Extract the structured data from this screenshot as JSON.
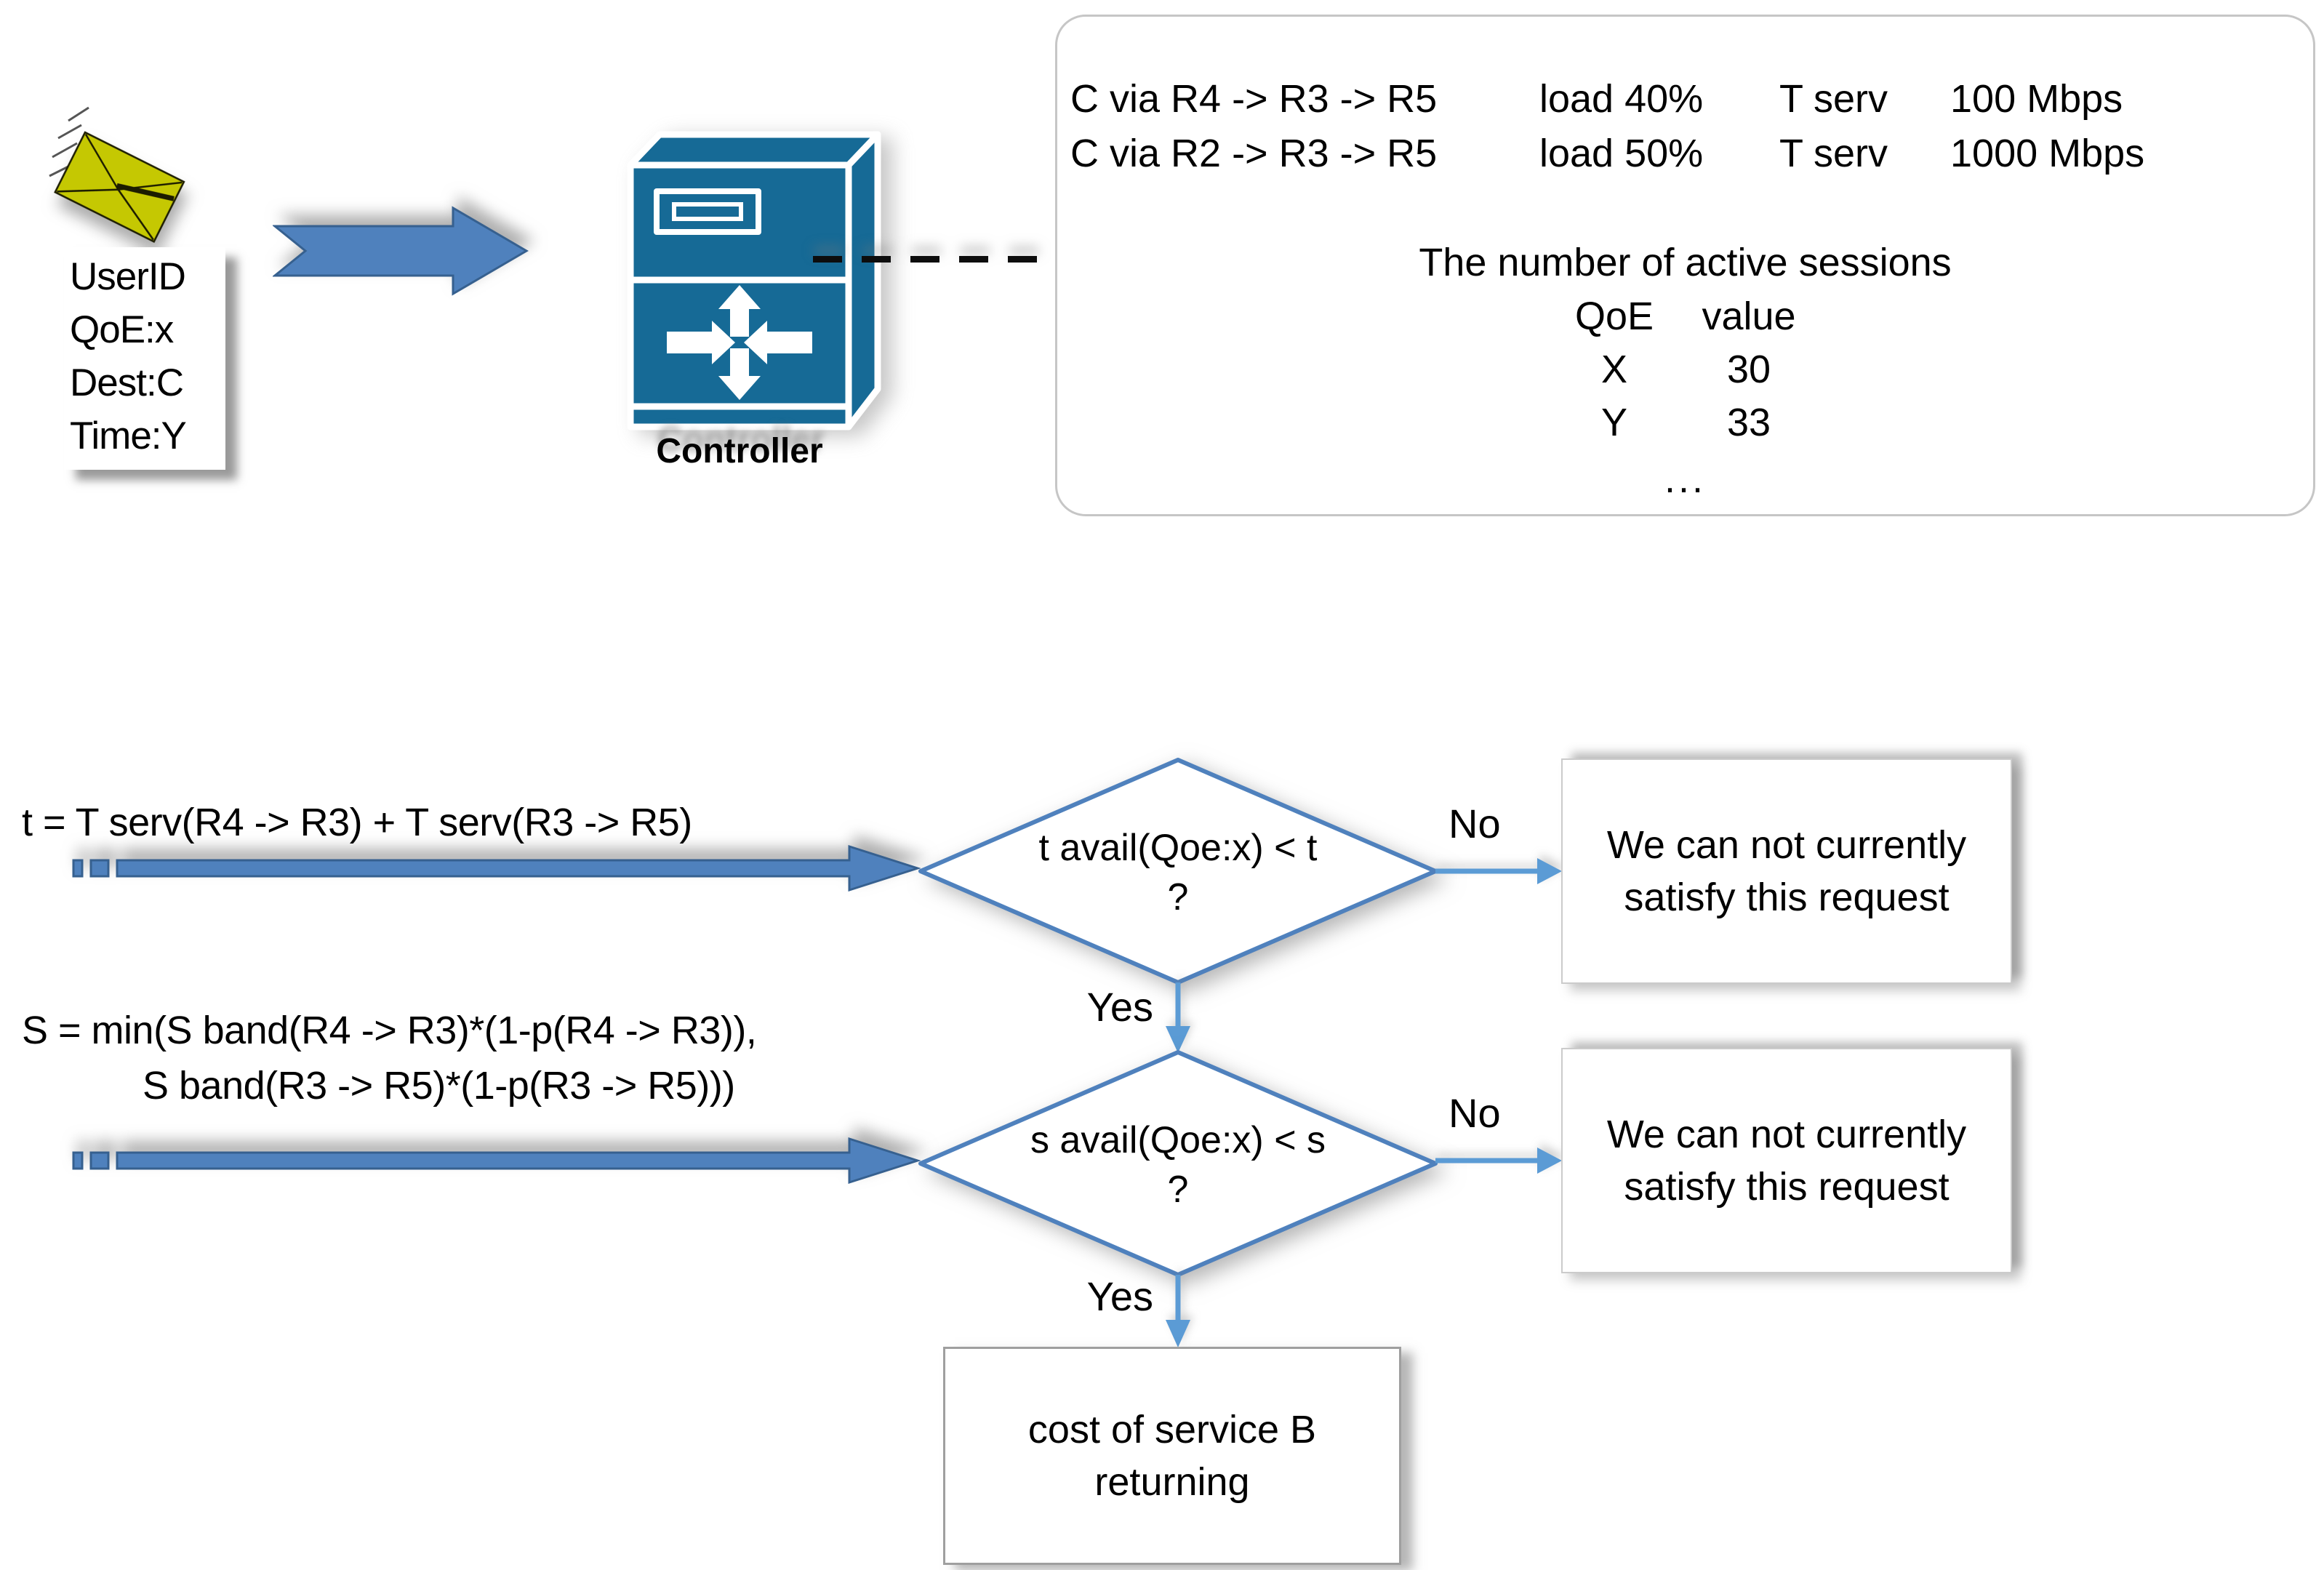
{
  "message": {
    "note_lines": [
      "UserID",
      "QoE:x",
      "Dest:C",
      "Time:Y"
    ]
  },
  "controller": {
    "label": "Controller"
  },
  "routes_panel": {
    "routes": [
      {
        "path": "C via R4 -> R3 -> R5",
        "load": "load 40%",
        "tserv": "T serv",
        "speed": "100 Mbps"
      },
      {
        "path": "C via R2 -> R3 -> R5",
        "load": "load 50%",
        "tserv": "T serv",
        "speed": "1000 Mbps"
      }
    ],
    "sessions_title": "The number of active sessions",
    "sessions_table": {
      "col1_header": "QoE",
      "col2_header": "value",
      "rows": [
        {
          "qoe": "X",
          "value": "30"
        },
        {
          "qoe": "Y",
          "value": "33"
        }
      ],
      "ellipsis": "..."
    }
  },
  "flowchart": {
    "formula_t": "t = T serv(R4 -> R3) + T serv(R3 -> R5)",
    "formula_s_line1": "S = min(S band(R4 -> R3)*(1-p(R4 -> R3)),",
    "formula_s_line2": "S band(R3 -> R5)*(1-p(R3 -> R5)))",
    "decision1": {
      "condition": "t avail(Qoe:x) < t",
      "question_mark": "?",
      "no_label": "No",
      "yes_label": "Yes"
    },
    "decision2": {
      "condition": "s avail(Qoe:x) < s",
      "question_mark": "?",
      "no_label": "No",
      "yes_label": "Yes"
    },
    "reject_box1": {
      "text": "We can not currently satisfy this request"
    },
    "reject_box2": {
      "text": "We can not currently satisfy this request"
    },
    "result_box": {
      "text": "cost of service B returning"
    }
  },
  "colors": {
    "shape_blue": "#4f81bd",
    "shape_blue_border": "#36608f",
    "connector_blue": "#5b9bd5",
    "controller_teal": "#166a96",
    "envelope_yellow": "#c5c802",
    "panel_border_gray": "#c6c6c6",
    "dash_black": "#0d0d0d",
    "text_black": "#000000",
    "shape_white": "#ffffff"
  }
}
